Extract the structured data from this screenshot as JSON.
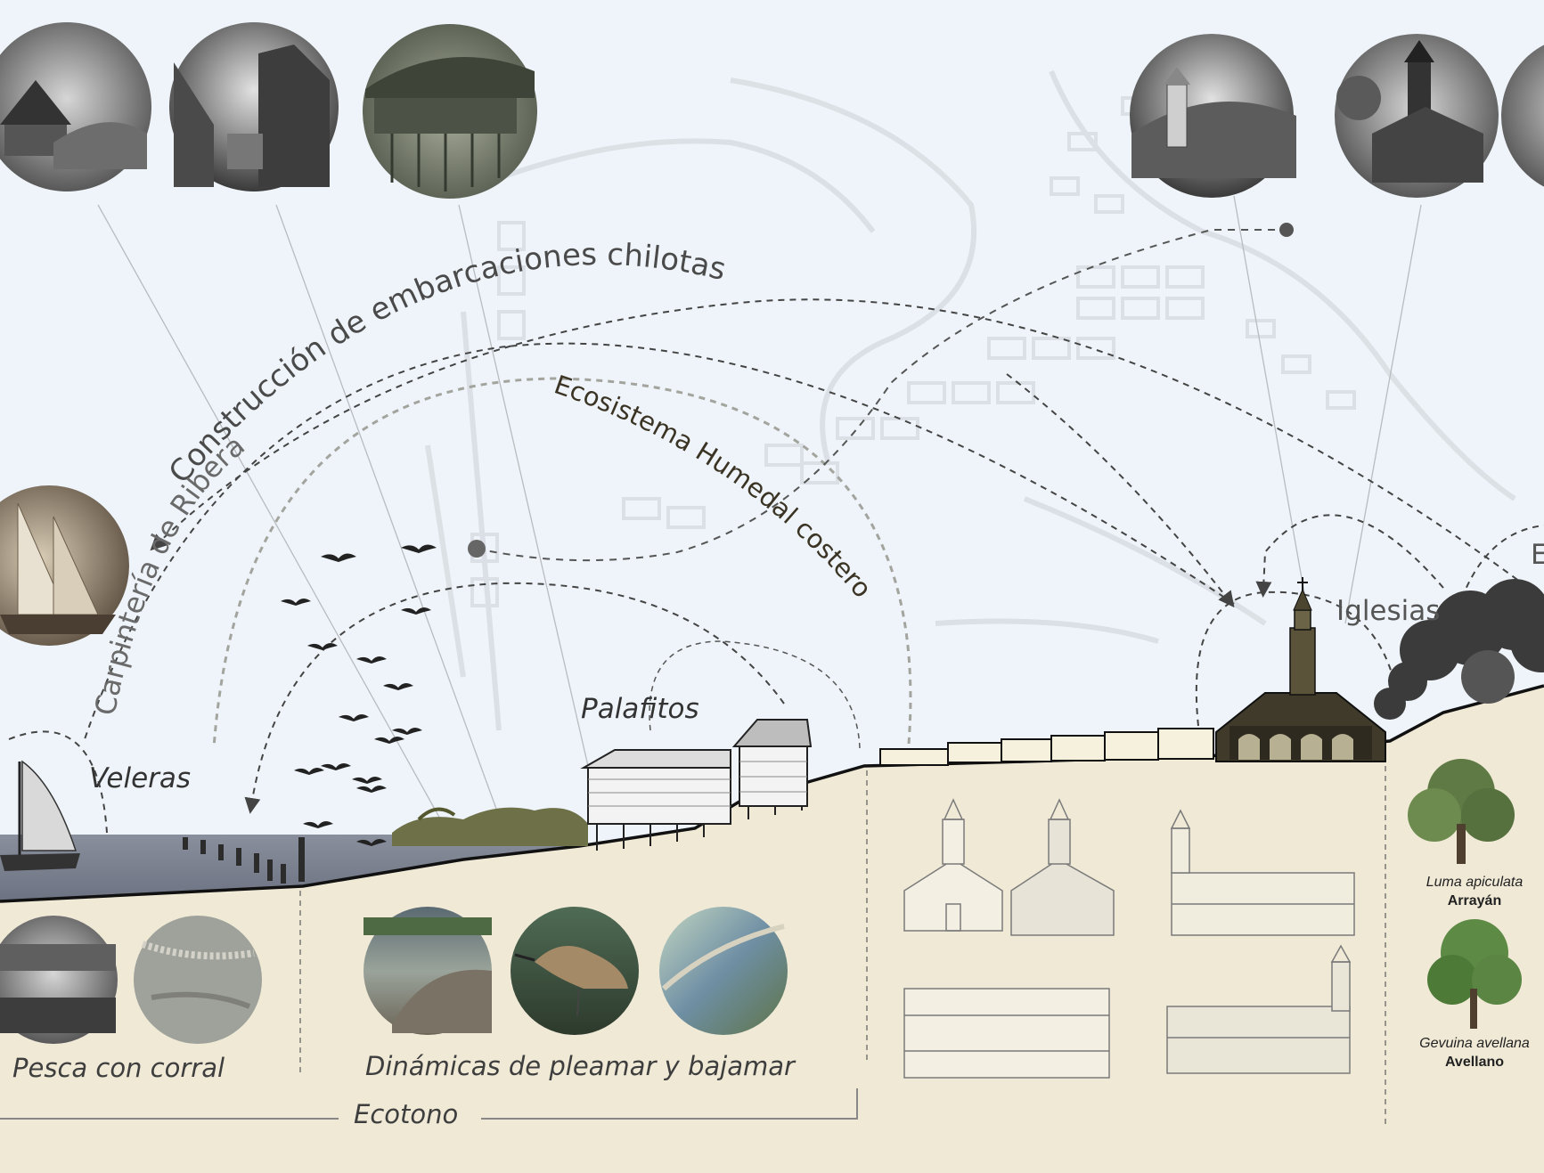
{
  "arcs": {
    "construccion": "Construcción de embarcaciones chilotas",
    "carpinteria": "Carpintería de Ribera",
    "ecosistema": "Ecosistema Humedal costero"
  },
  "places": {
    "veleras": "Veleras",
    "palafitos": "Palafitos",
    "iglesias": "Iglesias",
    "cut_letter": "E"
  },
  "bottom": {
    "pesca": "Pesca con corral",
    "dinamicas": "Dinámicas de pleamar y bajamar",
    "ecotono": "Ecotono"
  },
  "trees": [
    {
      "scientific": "Luma apiculata",
      "common": "Arrayán"
    },
    {
      "scientific": "Gevuina avellana",
      "common": "Avellano"
    }
  ],
  "colors": {
    "sky": "#eef4f9",
    "ground": "#efe9d6",
    "water": "#7f8594",
    "arc_dark": "#4a4a4a",
    "arc_light": "#9a9a9a",
    "ecosistema_text": "#3b3424"
  }
}
